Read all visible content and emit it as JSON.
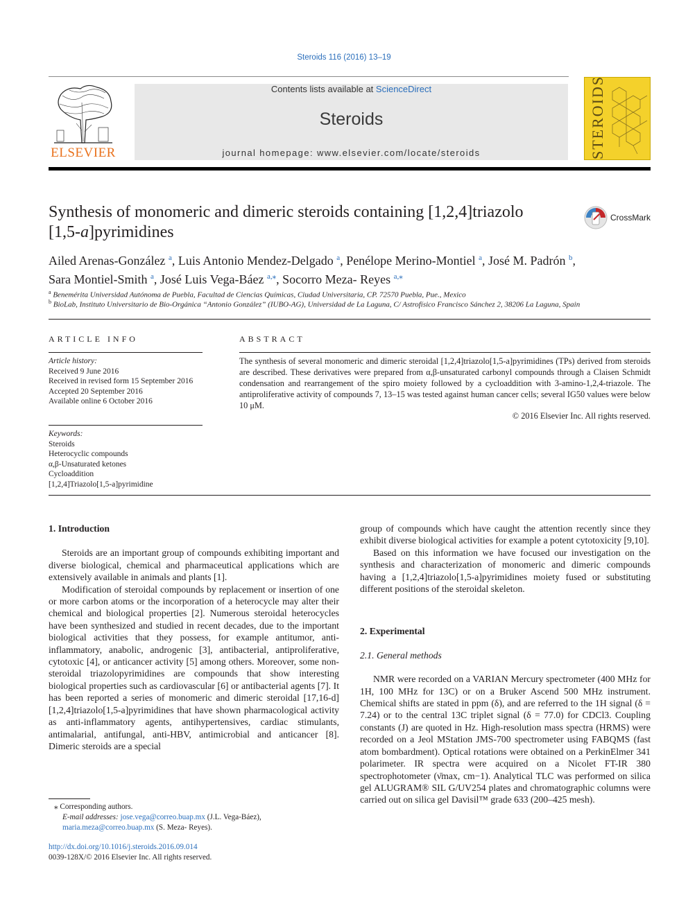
{
  "header": {
    "journal_ref": "Steroids 116 (2016) 13–19",
    "contents_prefix": "Contents lists available at ",
    "contents_link": "ScienceDirect",
    "journal_name": "Steroids",
    "homepage": "journal homepage: www.elsevier.com/locate/steroids",
    "publisher_logo_text": "ELSEVIER",
    "cover_title": "STEROIDS",
    "crossmark_label": "CrossMark"
  },
  "article": {
    "title_line1": "Synthesis of monomeric and dimeric steroids containing [1,2,4]triazolo",
    "title_line2_pre": "[1,5-",
    "title_line2_em": "a",
    "title_line2_post": "]pyrimidines",
    "authors": [
      {
        "name": "Ailed Arenas-González",
        "aff": "a",
        "sep": ", "
      },
      {
        "name": "Luis Antonio Mendez-Delgado",
        "aff": "a",
        "sep": ", "
      },
      {
        "name": "Penélope Merino-Montiel",
        "aff": "a",
        "sep": ", "
      },
      {
        "name": "José M. Padrón",
        "aff": "b",
        "sep": ","
      },
      {
        "name": "Sara Montiel-Smith",
        "aff": "a",
        "sep": ", "
      },
      {
        "name": "José Luis Vega-Báez",
        "aff": "a,⁎",
        "sep": ", "
      },
      {
        "name": "Socorro Meza- Reyes",
        "aff": "a,⁎",
        "sep": ""
      }
    ],
    "affiliations": [
      {
        "sup": "a",
        "text": "Benemérita Universidad Autónoma de Puebla, Facultad de Ciencias Químicas, Ciudad Universitaria, CP. 72570 Puebla, Pue., Mexico"
      },
      {
        "sup": "b",
        "text": "BioLab, Instituto Universitario de Bio-Orgánica “Antonio González” (IUBO-AG), Universidad de La Laguna, C/ Astrofísico Francisco Sánchez 2, 38206 La Laguna, Spain"
      }
    ]
  },
  "article_info": {
    "heading": "ARTICLE INFO",
    "history_label": "Article history:",
    "history": [
      "Received 9 June 2016",
      "Received in revised form 15 September 2016",
      "Accepted 20 September 2016",
      "Available online 6 October 2016"
    ],
    "keywords_label": "Keywords:",
    "keywords": [
      "Steroids",
      "Heterocyclic compounds",
      "α,β-Unsaturated ketones",
      "Cycloaddition",
      "[1,2,4]Triazolo[1,5-a]pyrimidine"
    ]
  },
  "abstract": {
    "heading": "ABSTRACT",
    "text": "The synthesis of several monomeric and dimeric steroidal [1,2,4]triazolo[1,5-a]pyrimidines (TPs) derived from steroids are described. These derivatives were prepared from α,β-unsaturated carbonyl compounds through a Claisen Schmidt condensation and rearrangement of the spiro moiety followed by a cycloaddition with 3-amino-1,2,4-triazole. The antiproliferative activity of compounds 7, 13–15 was tested against human cancer cells; several IG50 values were below 10 μM.",
    "copyright": "© 2016 Elsevier Inc. All rights reserved."
  },
  "body": {
    "intro_heading": "1. Introduction",
    "intro_p1": "Steroids are an important group of compounds exhibiting important and diverse biological, chemical and pharmaceutical applications which are extensively available in animals and plants [1].",
    "intro_p2": "Modification of steroidal compounds by replacement or insertion of one or more carbon atoms or the incorporation of a heterocycle may alter their chemical and biological properties [2]. Numerous steroidal heterocycles have been synthesized and studied in recent decades, due to the important biological activities that they possess, for example antitumor, anti-inflammatory, anabolic, androgenic [3], antibacterial, antiproliferative, cytotoxic [4], or anticancer activity [5] among others. Moreover, some non-steroidal triazolopyrimidines are compounds that show interesting biological properties such as cardiovascular [6] or antibacterial agents [7]. It has been reported a series of monomeric and dimeric steroidal [17,16-d][1,2,4]triazolo[1,5-a]pyrimidines that have shown pharmacological activity as anti-inflammatory agents, antihypertensives, cardiac stimulants, antimalarial, antifungal, anti-HBV, antimicrobial and anticancer [8]. Dimeric steroids are a special",
    "right_p1": "group of compounds which have caught the attention recently since they exhibit diverse biological activities for example a potent cytotoxicity [9,10].",
    "right_p2": "Based on this information we have focused our investigation on the synthesis and characterization of monomeric and dimeric compounds having a [1,2,4]triazolo[1,5-a]pyrimidines moiety fused or substituting different positions of the steroidal skeleton.",
    "exp_heading": "2. Experimental",
    "methods_heading": "2.1. General methods",
    "methods_p": "NMR were recorded on a VARIAN Mercury spectrometer (400 MHz for 1H, 100 MHz for 13C) or on a Bruker Ascend 500 MHz instrument. Chemical shifts are stated in ppm (δ), and are referred to the 1H signal (δ = 7.24) or to the central 13C triplet signal (δ = 77.0) for CDCl3. Coupling constants (J) are quoted in Hz. High-resolution mass spectra (HRMS) were recorded on a Jeol MStation JMS-700 spectrometer using FABQMS (fast atom bombardment). Optical rotations were obtained on a PerkinElmer 341 polarimeter. IR spectra were acquired on a Nicolet FT-IR 380 spectrophotometer (ν̄max, cm−1). Analytical TLC was performed on silica gel ALUGRAM® SIL G/UV254 plates and chromatographic columns were carried out on silica gel Davisil™ grade 633 (200–425 mesh)."
  },
  "footnotes": {
    "corresponding": "⁎ Corresponding authors.",
    "email_label": "E-mail addresses:",
    "email1": "jose.vega@correo.buap.mx",
    "email1_who": "(J.L. Vega-Báez),",
    "email2": "maria.meza@correo.buap.mx",
    "email2_who": "(S. Meza- Reyes).",
    "doi": "http://dx.doi.org/10.1016/j.steroids.2016.09.014",
    "issn": "0039-128X/© 2016 Elsevier Inc. All rights reserved."
  }
}
